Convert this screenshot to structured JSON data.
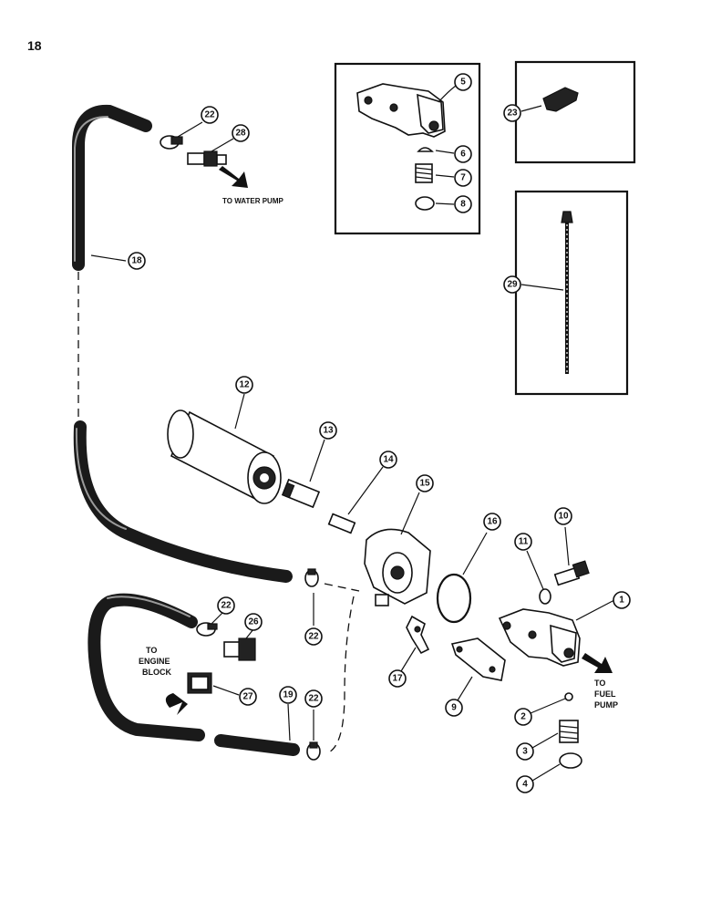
{
  "page_number": "18",
  "labels": {
    "to_water_pump": "TO WATER PUMP",
    "to_engine": "TO",
    "to_engine_2": "ENGINE",
    "to_engine_3": "BLOCK",
    "to_fuel": "TO",
    "to_fuel_2": "FUEL",
    "to_fuel_3": "PUMP"
  },
  "callouts": {
    "c1": "1",
    "c2": "2",
    "c3": "3",
    "c4": "4",
    "c5": "5",
    "c6": "6",
    "c7": "7",
    "c8": "8",
    "c9": "9",
    "c10": "10",
    "c11": "11",
    "c12": "12",
    "c13": "13",
    "c14": "14",
    "c15": "15",
    "c16": "16",
    "c17": "17",
    "c18": "18",
    "c19": "19",
    "c22a": "22",
    "c22b": "22",
    "c22c": "22",
    "c22d": "22",
    "c23": "23",
    "c26": "26",
    "c27": "27",
    "c28": "28",
    "c29": "29"
  }
}
